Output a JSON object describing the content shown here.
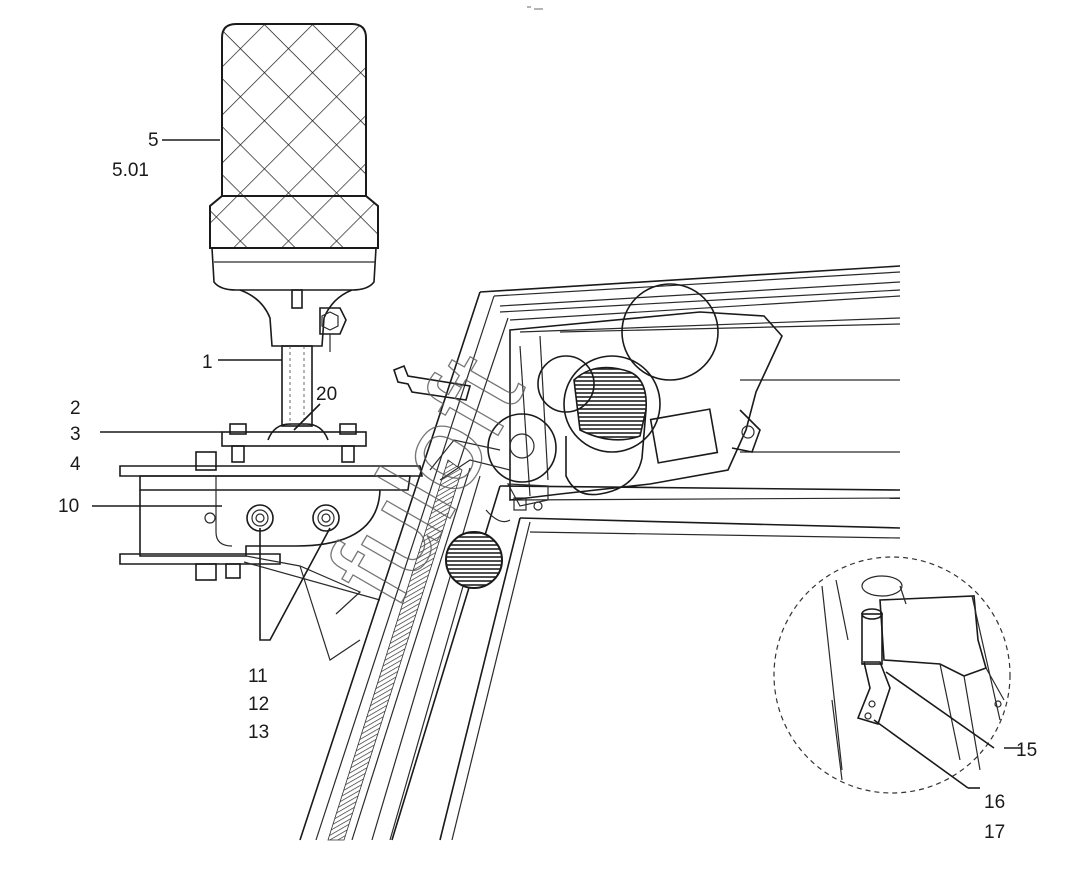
{
  "callouts": [
    {
      "id": "c5",
      "text": "5"
    },
    {
      "id": "c501",
      "text": "5.01"
    },
    {
      "id": "c1",
      "text": "1"
    },
    {
      "id": "c2",
      "text": "2"
    },
    {
      "id": "c3",
      "text": "3"
    },
    {
      "id": "c4",
      "text": "4"
    },
    {
      "id": "c10",
      "text": "10"
    },
    {
      "id": "c20",
      "text": "20"
    },
    {
      "id": "c11",
      "text": "11"
    },
    {
      "id": "c12",
      "text": "12"
    },
    {
      "id": "c13",
      "text": "13"
    },
    {
      "id": "c15",
      "text": "15"
    },
    {
      "id": "c16",
      "text": "16"
    },
    {
      "id": "c17",
      "text": "17"
    }
  ],
  "watermark": {
    "text": "fuloft"
  },
  "colors": {
    "line": "#1a1a1a",
    "background": "#ffffff"
  }
}
